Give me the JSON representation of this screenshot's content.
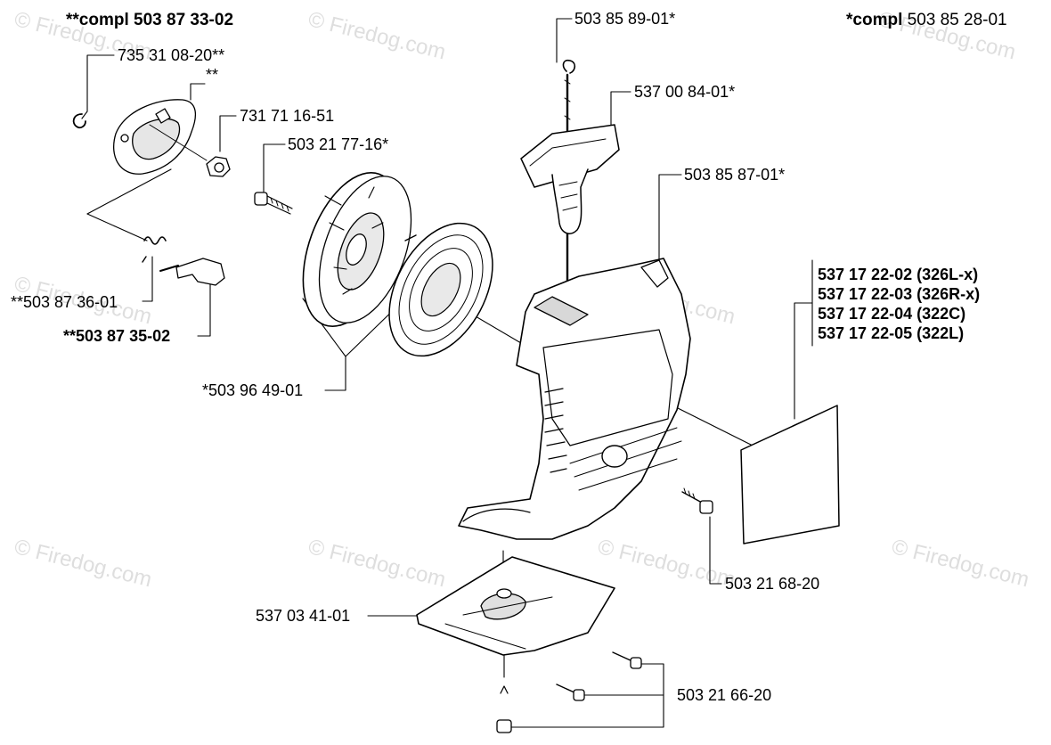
{
  "header": {
    "left_label": "**compl 503 87 33-02",
    "right_label_bold": "*compl",
    "right_label_rest": " 503 85 28-01"
  },
  "callouts": {
    "p735": "735 31 08-20**",
    "star2": "**",
    "p731": "731 71 16-51",
    "p503_21_77": "503 21 77-16*",
    "p503_85_89": "503 85 89-01*",
    "p537_00_84": "537 00 84-01*",
    "p503_85_87": "503 85 87-01*",
    "p503_87_36": "**503 87 36-01",
    "p503_87_35": "**503 87 35-02",
    "p503_96_49": "*503 96 49-01",
    "p503_21_68": "503 21 68-20",
    "p537_03_41": "537 03 41-01",
    "p503_21_66": "503 21 66-20"
  },
  "decal_list": [
    "537 17 22-02 (326L-x)",
    "537 17 22-03 (326R-x)",
    "537 17 22-04 (322C)",
    "537 17 22-05 (322L)"
  ],
  "watermark": "© Firedog.com",
  "colors": {
    "line": "#000000",
    "fill": "#ffffff",
    "shade": "#cfcfcf",
    "watermark": "#d3d3d3"
  }
}
